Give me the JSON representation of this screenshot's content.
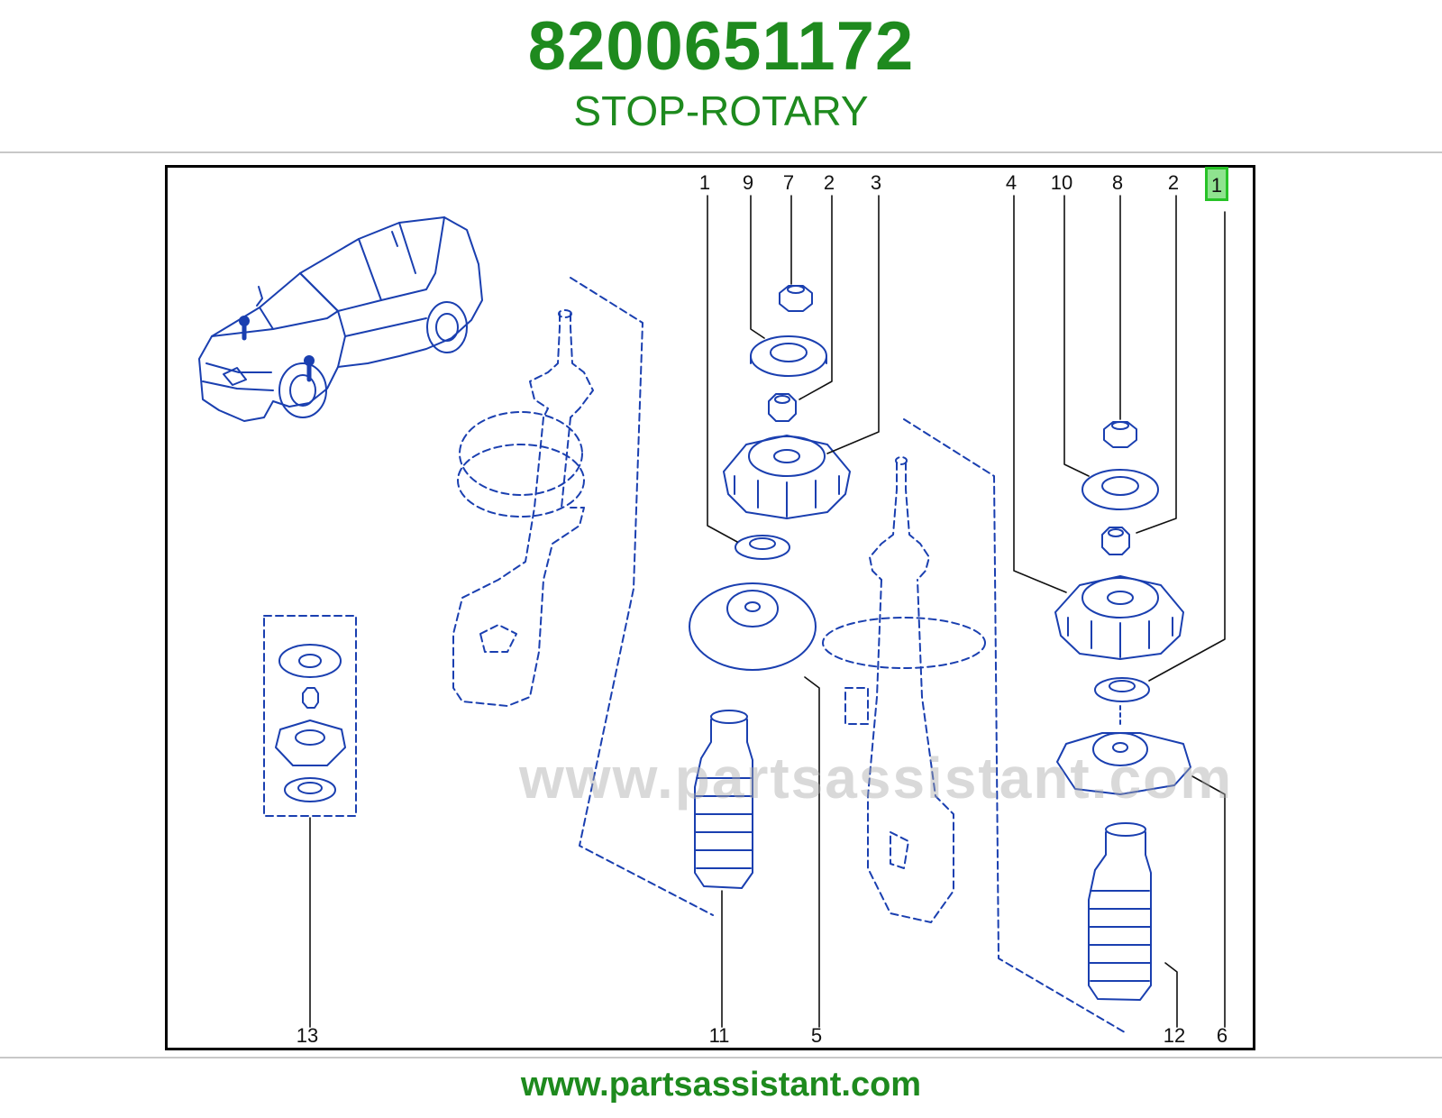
{
  "header": {
    "part_number": "8200651172",
    "part_name": "STOP-ROTARY"
  },
  "diagram": {
    "watermark": "www.partsassistant.com",
    "highlighted_callout": "1",
    "callouts": [
      "1",
      "9",
      "7",
      "2",
      "3",
      "4",
      "10",
      "8",
      "2",
      "1",
      "13",
      "11",
      "5",
      "12",
      "6"
    ]
  },
  "footer": {
    "url": "www.partsassistant.com"
  },
  "colors": {
    "brand_green": "#1e8a1e",
    "diagram_line": "#1a3fb0",
    "highlight_fill": "#8fe38f",
    "highlight_border": "#27c227"
  }
}
